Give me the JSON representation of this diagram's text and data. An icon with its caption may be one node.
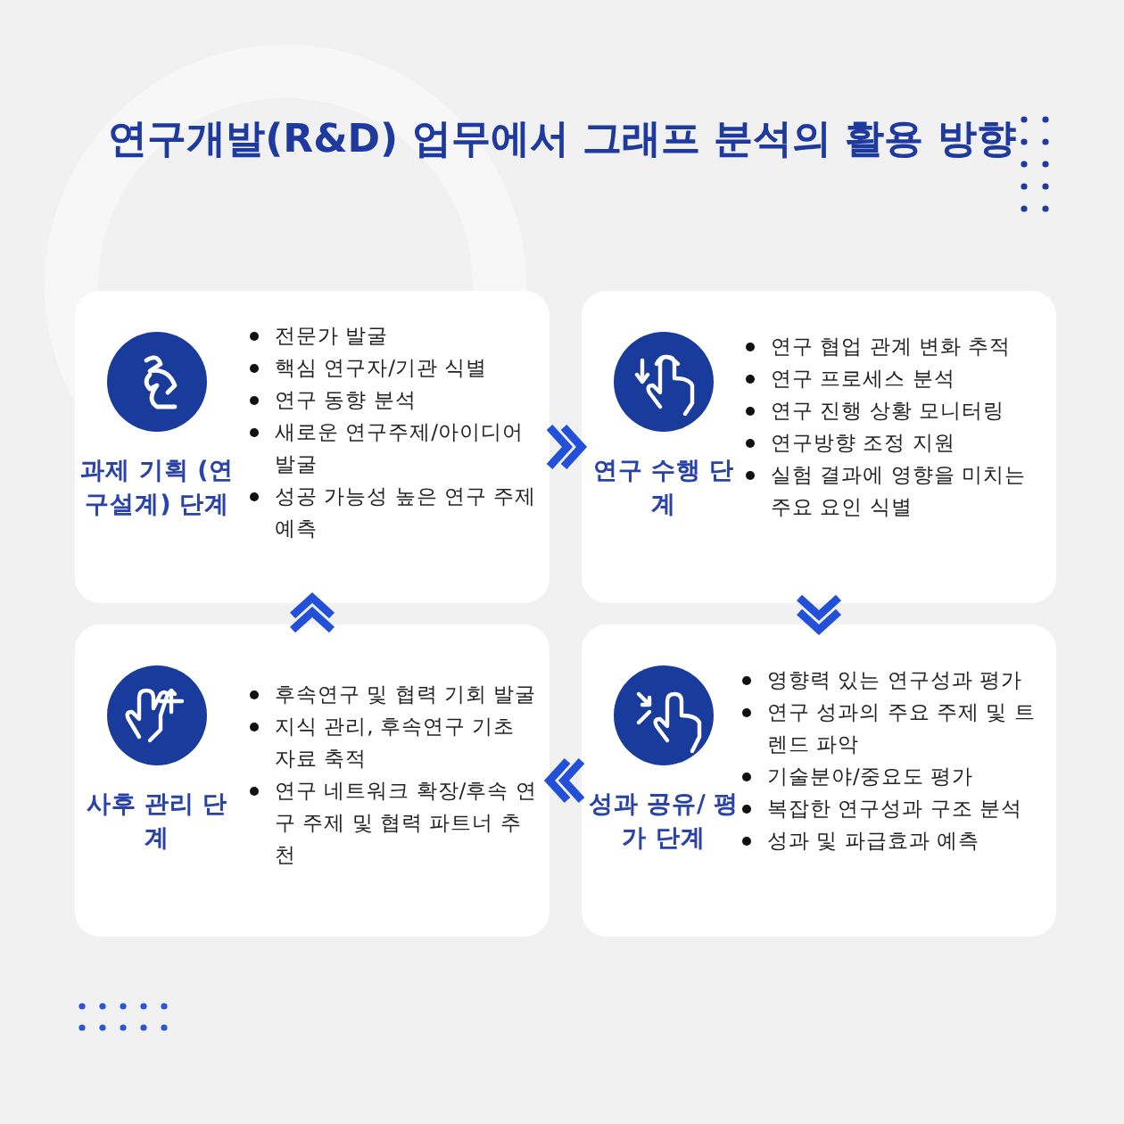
{
  "diagram": {
    "title": "연구개발(R&D) 업무에서 그래프 분석의 활용 방향",
    "nodes": [
      {
        "text": [
          "과제 기획 (연구설계) 단계",
          "전문가 발굴",
          "핵심 연구자/기관 식별",
          "연구 동향 분석",
          "새로운 연구주제/아이디어 발굴",
          "성공 가능성 높은 연구 주제 예측"
        ]
      },
      {
        "text": [
          "연구 수행 단계",
          "연구 협업 관계 변화 추적",
          "연구 프로세스 분석",
          "연구 진행 상황 모니터링",
          "연구방향 조정 지원",
          "실험 결과에 영향을 미치는 주요 요인 식별"
        ]
      },
      {
        "text": [
          "사후 관리 단계",
          "후속연구 및 협력 기회 발굴",
          "지식 관리, 후속연구 기초 자료 축적",
          "연구 네트워크 확장/후속 연구 주제 및 협력 파트너 추천"
        ]
      },
      {
        "text": [
          "성과 공유/ 평가 단계",
          "영향력 있는 연구성과 평가",
          "연구 성과의 주요 주제 및 트렌드 파악",
          "기술분야/중요도 평가",
          "복잡한 연구성과 구조 분석",
          "성과 및 파급효과 예측"
        ]
      }
    ],
    "edges": [
      {
        "from": 0,
        "to": 1,
        "arrow": "to"
      },
      {
        "from": 1,
        "to": 3,
        "arrow": "to"
      },
      {
        "from": 3,
        "to": 2,
        "arrow": "to"
      },
      {
        "from": 2,
        "to": 0,
        "arrow": "to"
      }
    ]
  }
}
